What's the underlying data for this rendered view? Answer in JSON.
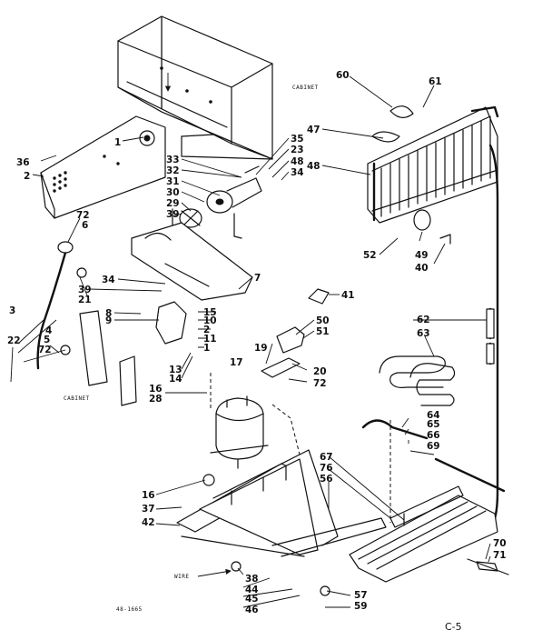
{
  "labels": {
    "l01": "1",
    "l36": "36",
    "l02": "2",
    "l33": "33",
    "l32": "32",
    "l31": "31",
    "l30": "30",
    "l29": "29",
    "l39top": "39",
    "l35": "35",
    "l23": "23",
    "l48a": "48",
    "l34a": "34",
    "l60": "60",
    "l61": "61",
    "l47": "47",
    "l48b": "48",
    "l52": "52",
    "l49": "49",
    "l40": "40",
    "l72a": "72",
    "l06": "6",
    "l07": "7",
    "l34b": "34",
    "l39": "39",
    "l21": "21",
    "l41": "41",
    "l03": "3",
    "l08": "8",
    "l09": "9",
    "l15": "15",
    "l10": "10",
    "l12": "2",
    "l11": "11",
    "l18": "1",
    "l50": "50",
    "l51": "51",
    "l04": "4",
    "l05": "5",
    "l72b": "72",
    "l22": "22",
    "l19": "19",
    "l20": "20",
    "l72c": "72",
    "l13": "13",
    "l14": "14",
    "l16a": "16",
    "l28": "28",
    "l17": "17",
    "l62": "62",
    "l63": "63",
    "l64": "64",
    "l65": "65",
    "l66": "66",
    "l69": "69",
    "l67": "67",
    "l76": "76",
    "l56": "56",
    "l16b": "16",
    "l37": "37",
    "l42": "42",
    "l38": "38",
    "l44": "44",
    "l45": "45",
    "l46": "46",
    "l57": "57",
    "l59": "59",
    "l70": "70",
    "l71": "71"
  },
  "captions": {
    "cabinet_top": "CABINET",
    "cabinet_left": "CABINET",
    "wire": "WIRE"
  },
  "footer": {
    "drawing_number": "48-1665",
    "page_code": "C-5"
  }
}
